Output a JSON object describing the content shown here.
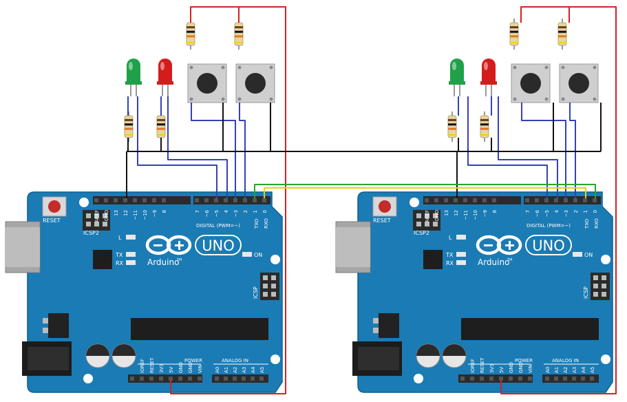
{
  "colors": {
    "board": "#1b7bb4",
    "board_edge": "#0f5f8e",
    "board_text": "#ffffff",
    "header": "#2b2b2b",
    "wire_red": "#d62020",
    "wire_black": "#111111",
    "wire_blue": "#3340b8",
    "wire_green": "#2aa52a",
    "wire_yellow": "#e6d21a",
    "led_green": "#1fa14a",
    "led_red": "#d41c1c",
    "resistor_body": "#e4d6a4",
    "button_body": "#cfcfcf",
    "button_cap": "#2a2a2a"
  },
  "icons": [
    "arduino-infinity-logo-icon",
    "reset-button-icon",
    "usb-port-icon",
    "dc-jack-icon",
    "capacitor-icon"
  ],
  "boards": [
    {
      "reset": "RESET",
      "icsp2": "ICSP2",
      "icsp": "ICSP",
      "digital": "DIGITAL (PWM=~)",
      "l": "L",
      "tx": "TX",
      "rx": "RX",
      "on": "ON",
      "uno": "UNO",
      "arduino": "Arduino",
      "tm": "TM",
      "power": "POWER",
      "analog_in": "ANALOG IN",
      "txo": "TXO",
      "rxo": "RXO",
      "top_pins": [
        "AREF",
        "GND",
        "13",
        "12",
        "~11",
        "~10",
        "~9",
        "8",
        "7",
        "~6",
        "~5",
        "4",
        "~3",
        "2",
        "1",
        "0"
      ],
      "power_pins": [
        "IOREF",
        "RESET",
        "3V3",
        "5V",
        "GND",
        "GND",
        "VIN"
      ],
      "analog_pins": [
        "A0",
        "A1",
        "A2",
        "A3",
        "A4",
        "A5"
      ]
    },
    {
      "reset": "RESET",
      "icsp2": "ICSP2",
      "icsp": "ICSP",
      "digital": "DIGITAL (PWM=~)",
      "l": "L",
      "tx": "TX",
      "rx": "RX",
      "on": "ON",
      "uno": "UNO",
      "arduino": "Arduino",
      "tm": "TM",
      "power": "POWER",
      "analog_in": "ANALOG IN",
      "txo": "TXO",
      "rxo": "RXO",
      "top_pins": [
        "AREF",
        "GND",
        "13",
        "12",
        "~11",
        "~10",
        "~9",
        "8",
        "7",
        "~6",
        "~5",
        "4",
        "~3",
        "2",
        "1",
        "0"
      ],
      "power_pins": [
        "IOREF",
        "RESET",
        "3V3",
        "5V",
        "GND",
        "GND",
        "VIN"
      ],
      "analog_pins": [
        "A0",
        "A1",
        "A2",
        "A3",
        "A4",
        "A5"
      ]
    }
  ]
}
